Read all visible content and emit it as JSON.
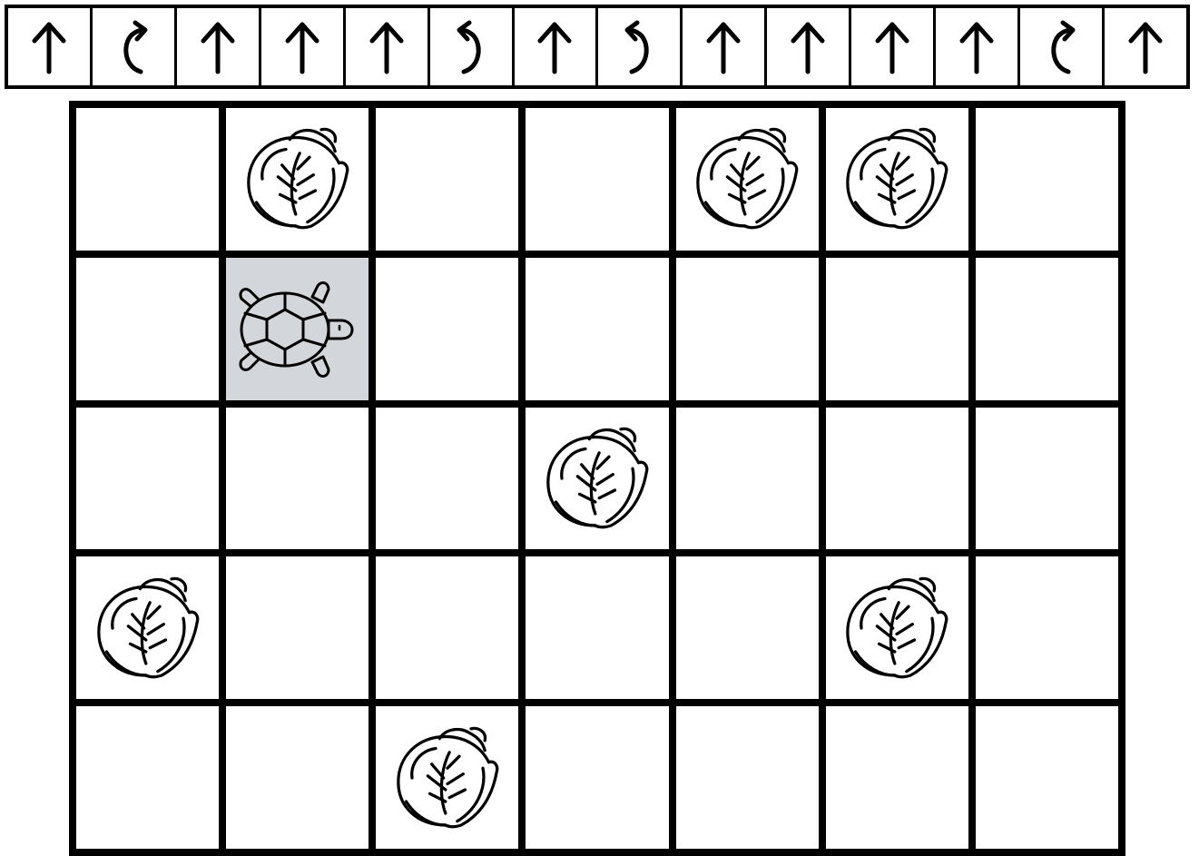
{
  "program": {
    "commands": [
      "forward",
      "turn-right",
      "forward",
      "forward",
      "forward",
      "turn-left",
      "forward",
      "turn-left",
      "forward",
      "forward",
      "forward",
      "forward",
      "turn-right",
      "forward"
    ]
  },
  "board": {
    "rows": 5,
    "cols": 7,
    "turtle": {
      "row": 1,
      "col": 1,
      "facing": "right",
      "highlight_color": "#d3d6da"
    },
    "cabbages": [
      {
        "row": 0,
        "col": 1
      },
      {
        "row": 0,
        "col": 4
      },
      {
        "row": 0,
        "col": 5
      },
      {
        "row": 2,
        "col": 3
      },
      {
        "row": 3,
        "col": 0
      },
      {
        "row": 3,
        "col": 5
      },
      {
        "row": 4,
        "col": 2
      }
    ]
  }
}
